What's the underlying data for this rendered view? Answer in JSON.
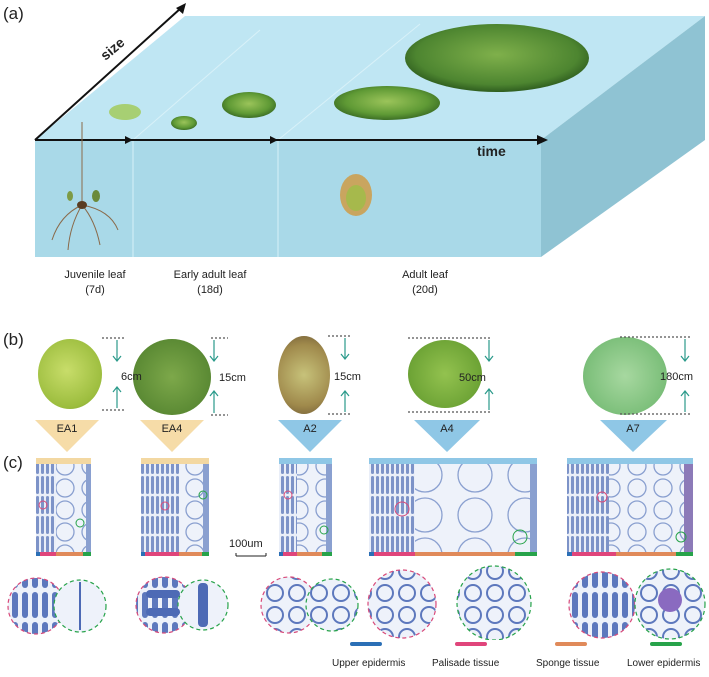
{
  "panel_labels": {
    "a": "(a)",
    "b": "(b)",
    "c": "(c)"
  },
  "axes": {
    "size": "size",
    "time": "time"
  },
  "stages": [
    {
      "name": "Juvenile leaf",
      "days": "(7d)"
    },
    {
      "name": "Early adult leaf",
      "days": "(18d)"
    },
    {
      "name": "Adult leaf",
      "days": "(20d)"
    }
  ],
  "samples": [
    {
      "id": "EA1",
      "size": "6cm"
    },
    {
      "id": "EA4",
      "size": "15cm"
    },
    {
      "id": "A2",
      "size": "15cm"
    },
    {
      "id": "A4",
      "size": "50cm"
    },
    {
      "id": "A7",
      "size": "180cm"
    }
  ],
  "scale_bar": "100um",
  "legend": [
    {
      "label": "Upper epidermis",
      "color": "#2b6fb6"
    },
    {
      "label": "Palisade tissue",
      "color": "#e0457b"
    },
    {
      "label": "Sponge tissue",
      "color": "#e08a5a"
    },
    {
      "label": "Lower epidermis",
      "color": "#27a34a"
    }
  ],
  "colors": {
    "water_top": "#bfe6f3",
    "water_front": "#a9d9e8",
    "water_side": "#8fc3d3",
    "juvenile_triangle": "#f6dca8",
    "adult_triangle": "#8fc7e6"
  }
}
